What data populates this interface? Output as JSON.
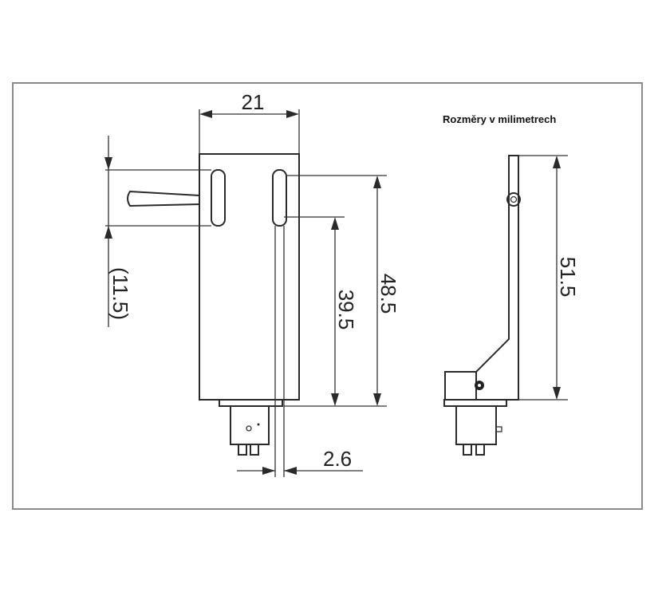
{
  "note": "Rozměry v milimetrech",
  "dimensions": {
    "width": "21",
    "spacing": "(11.5)",
    "height_inner": "39.5",
    "height_outer": "48.5",
    "side_height": "51.5",
    "offset": "2.6"
  }
}
